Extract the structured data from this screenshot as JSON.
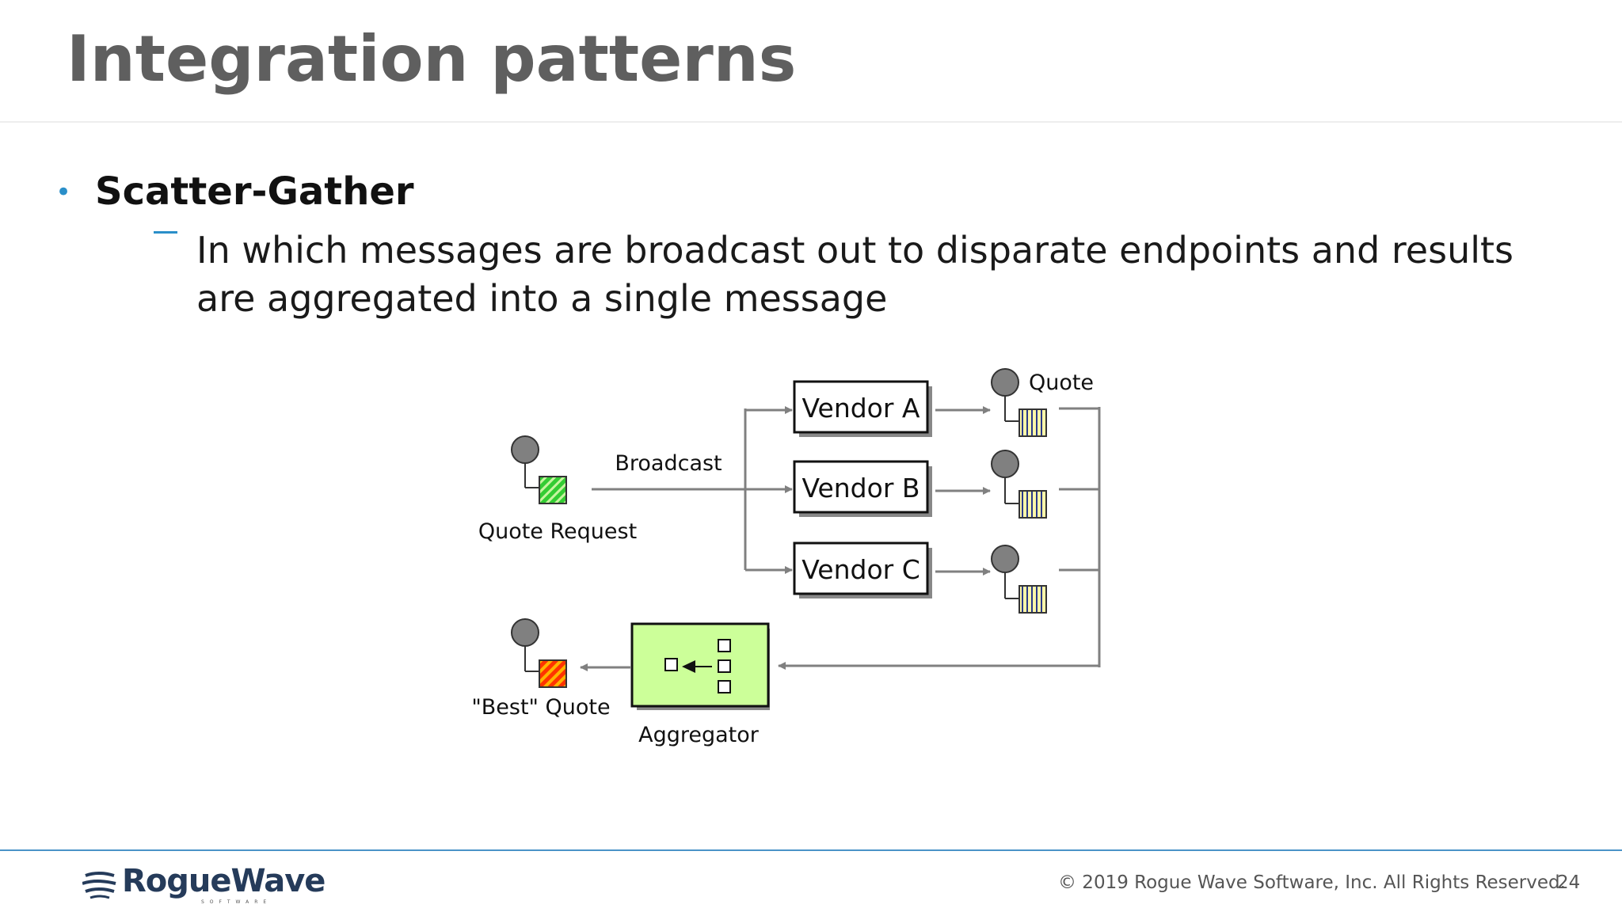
{
  "slide": {
    "title": "Integration patterns",
    "bullet": "Scatter-Gather",
    "sub_bullet": "In which messages are broadcast out to disparate endpoints and results are aggregated into a single message"
  },
  "diagram": {
    "labels": {
      "quote_request": "Quote Request",
      "broadcast": "Broadcast",
      "vendor_a": "Vendor A",
      "vendor_b": "Vendor B",
      "vendor_c": "Vendor C",
      "quote": "Quote",
      "best_quote": "\"Best\" Quote",
      "aggregator": "Aggregator"
    },
    "colors": {
      "request_message": "#33cc33",
      "quote_message": "#fff7a8",
      "best_quote_message": "#ff3300",
      "aggregator_fill": "#ccff99",
      "connector": "#808080"
    }
  },
  "footer": {
    "logo_text": "RogueWave",
    "logo_subtext": "SOFTWARE",
    "copyright": "© 2019 Rogue Wave Software, Inc. All Rights Reserved.",
    "page_number": "24"
  }
}
